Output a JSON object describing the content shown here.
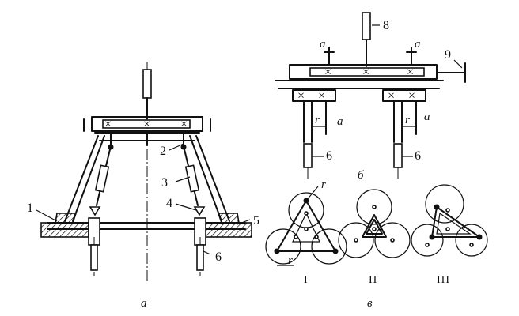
{
  "parts_a": {
    "p1": "1",
    "p2": "2",
    "p3": "3",
    "p4": "4",
    "p5": "5",
    "p6": "6"
  },
  "parts_b": {
    "p8": "8",
    "p9": "9",
    "p6_left": "6",
    "p6_right": "6",
    "a_top_left": "a",
    "a_top_right": "a",
    "a_mid_left": "a",
    "a_mid_right": "a",
    "r_left": "r",
    "r_right": "r"
  },
  "parts_c": {
    "r_top": "r",
    "r_bottom": "r",
    "scheme_1": "I",
    "scheme_2": "II",
    "scheme_3": "III"
  },
  "captions": {
    "view_a": "a",
    "view_b": "б",
    "view_c": "в"
  }
}
